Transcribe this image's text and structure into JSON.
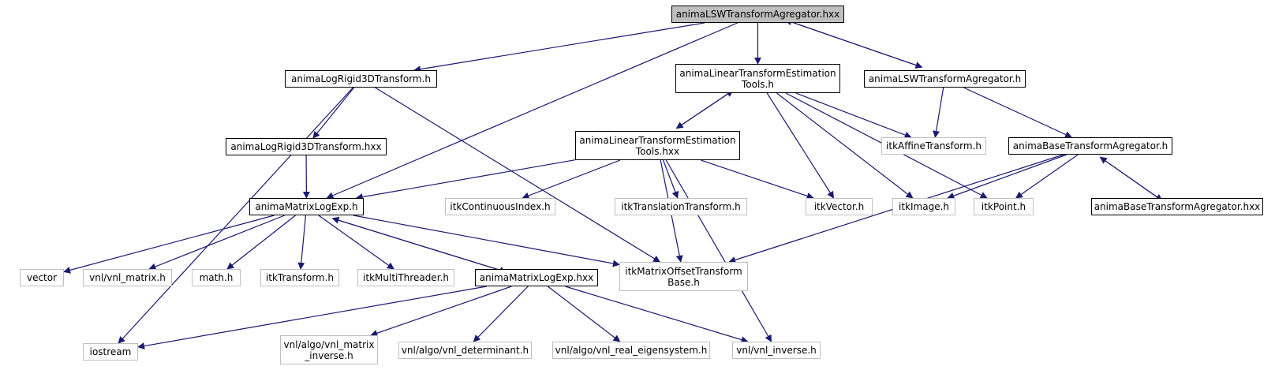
{
  "colors": {
    "edge": "#191970",
    "focus_fill": "#bfbfbf",
    "internal_border": "#000000",
    "external_border": "#bfbfbf"
  },
  "nodes": {
    "lsw_hxx": {
      "label": "animaLSWTransformAgregator.hxx",
      "kind": "focus"
    },
    "logrigid_h": {
      "label": "animaLogRigid3DTransform.h",
      "kind": "internal"
    },
    "linest_h": {
      "label": "animaLinearTransformEstimation\nTools.h",
      "kind": "internal"
    },
    "lsw_h": {
      "label": "animaLSWTransformAgregator.h",
      "kind": "internal"
    },
    "logrigid_hxx": {
      "label": "animaLogRigid3DTransform.hxx",
      "kind": "internal"
    },
    "linest_hxx": {
      "label": "animaLinearTransformEstimation\nTools.hxx",
      "kind": "internal"
    },
    "affine": {
      "label": "itkAffineTransform.h",
      "kind": "external"
    },
    "basetr_h": {
      "label": "animaBaseTransformAgregator.h",
      "kind": "internal"
    },
    "matlog_h": {
      "label": "animaMatrixLogExp.h",
      "kind": "internal"
    },
    "contidx": {
      "label": "itkContinuousIndex.h",
      "kind": "external"
    },
    "translation": {
      "label": "itkTranslationTransform.h",
      "kind": "external"
    },
    "itkvector": {
      "label": "itkVector.h",
      "kind": "external"
    },
    "itkimage": {
      "label": "itkImage.h",
      "kind": "external"
    },
    "itkpoint": {
      "label": "itkPoint.h",
      "kind": "external"
    },
    "basetr_hxx": {
      "label": "animaBaseTransformAgregator.hxx",
      "kind": "internal"
    },
    "vector": {
      "label": "vector",
      "kind": "external"
    },
    "vnlmatrix": {
      "label": "vnl/vnl_matrix.h",
      "kind": "external"
    },
    "math": {
      "label": "math.h",
      "kind": "external"
    },
    "itktransform": {
      "label": "itkTransform.h",
      "kind": "external"
    },
    "multithreader": {
      "label": "itkMultiThreader.h",
      "kind": "external"
    },
    "matlog_hxx": {
      "label": "animaMatrixLogExp.hxx",
      "kind": "internal"
    },
    "offset": {
      "label": "itkMatrixOffsetTransform\nBase.h",
      "kind": "external"
    },
    "iostream": {
      "label": "iostream",
      "kind": "external"
    },
    "matinv": {
      "label": "vnl/algo/vnl_matrix\n_inverse.h",
      "kind": "external"
    },
    "determinant": {
      "label": "vnl/algo/vnl_determinant.h",
      "kind": "external"
    },
    "eigensys": {
      "label": "vnl/algo/vnl_real_eigensystem.h",
      "kind": "external"
    },
    "vnlinverse": {
      "label": "vnl/vnl_inverse.h",
      "kind": "external"
    }
  },
  "edges": [
    [
      "lsw_hxx",
      "logrigid_h"
    ],
    [
      "lsw_hxx",
      "linest_h"
    ],
    [
      "lsw_hxx",
      "lsw_h"
    ],
    [
      "lsw_h",
      "lsw_hxx"
    ],
    [
      "lsw_hxx",
      "matlog_h"
    ],
    [
      "logrigid_h",
      "logrigid_hxx"
    ],
    [
      "logrigid_h",
      "iostream"
    ],
    [
      "logrigid_h",
      "offset"
    ],
    [
      "logrigid_hxx",
      "matlog_h"
    ],
    [
      "linest_h",
      "linest_hxx"
    ],
    [
      "linest_hxx",
      "linest_h"
    ],
    [
      "linest_h",
      "affine"
    ],
    [
      "linest_h",
      "itkvector"
    ],
    [
      "linest_h",
      "itkimage"
    ],
    [
      "linest_h",
      "itkpoint"
    ],
    [
      "lsw_h",
      "affine"
    ],
    [
      "lsw_h",
      "basetr_h"
    ],
    [
      "linest_hxx",
      "matlog_h"
    ],
    [
      "linest_hxx",
      "contidx"
    ],
    [
      "linest_hxx",
      "translation"
    ],
    [
      "linest_hxx",
      "itkvector"
    ],
    [
      "linest_hxx",
      "offset"
    ],
    [
      "linest_hxx",
      "vnlinverse"
    ],
    [
      "basetr_h",
      "itkimage"
    ],
    [
      "basetr_h",
      "itkpoint"
    ],
    [
      "basetr_h",
      "offset"
    ],
    [
      "basetr_h",
      "basetr_hxx"
    ],
    [
      "basetr_hxx",
      "basetr_h"
    ],
    [
      "matlog_h",
      "vector"
    ],
    [
      "matlog_h",
      "vnlmatrix"
    ],
    [
      "matlog_h",
      "math"
    ],
    [
      "matlog_h",
      "itktransform"
    ],
    [
      "matlog_h",
      "multithreader"
    ],
    [
      "matlog_h",
      "matlog_hxx"
    ],
    [
      "matlog_hxx",
      "matlog_h"
    ],
    [
      "matlog_h",
      "offset"
    ],
    [
      "matlog_hxx",
      "iostream"
    ],
    [
      "matlog_hxx",
      "matinv"
    ],
    [
      "matlog_hxx",
      "determinant"
    ],
    [
      "matlog_hxx",
      "eigensys"
    ],
    [
      "matlog_hxx",
      "vnlinverse"
    ]
  ]
}
